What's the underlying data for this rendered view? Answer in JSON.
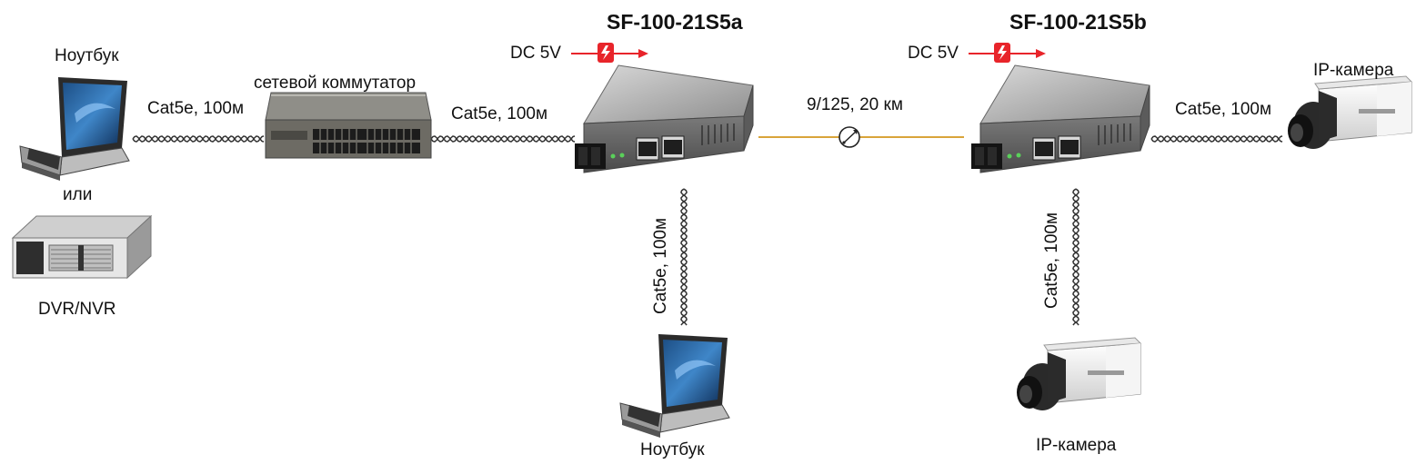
{
  "devices": {
    "converter_a": {
      "title": "SF-100-21S5a"
    },
    "converter_b": {
      "title": "SF-100-21S5b"
    },
    "laptop_left": {
      "label": "Ноутбук"
    },
    "or_label": "или",
    "dvr": {
      "label": "DVR/NVR"
    },
    "switch": {
      "label": "сетевой коммутатор"
    },
    "laptop_bottom": {
      "label": "Ноутбук"
    },
    "camera_right": {
      "label": "IP-камера"
    },
    "camera_bottom": {
      "label": "IP-камера"
    }
  },
  "power": {
    "a": "DC 5V",
    "b": "DC 5V",
    "arrow_color": "#e8242a"
  },
  "links": {
    "laptop_switch": "Cat5e, 100м",
    "switch_converter": "Cat5e, 100м",
    "fiber": "9/125,  20 км",
    "converter_camera": "Cat5e, 100м",
    "vertical_a": "Cat5e, 100м",
    "vertical_b": "Cat5e, 100м",
    "fiber_color": "#d9a43a",
    "cable_color": "#333333"
  }
}
